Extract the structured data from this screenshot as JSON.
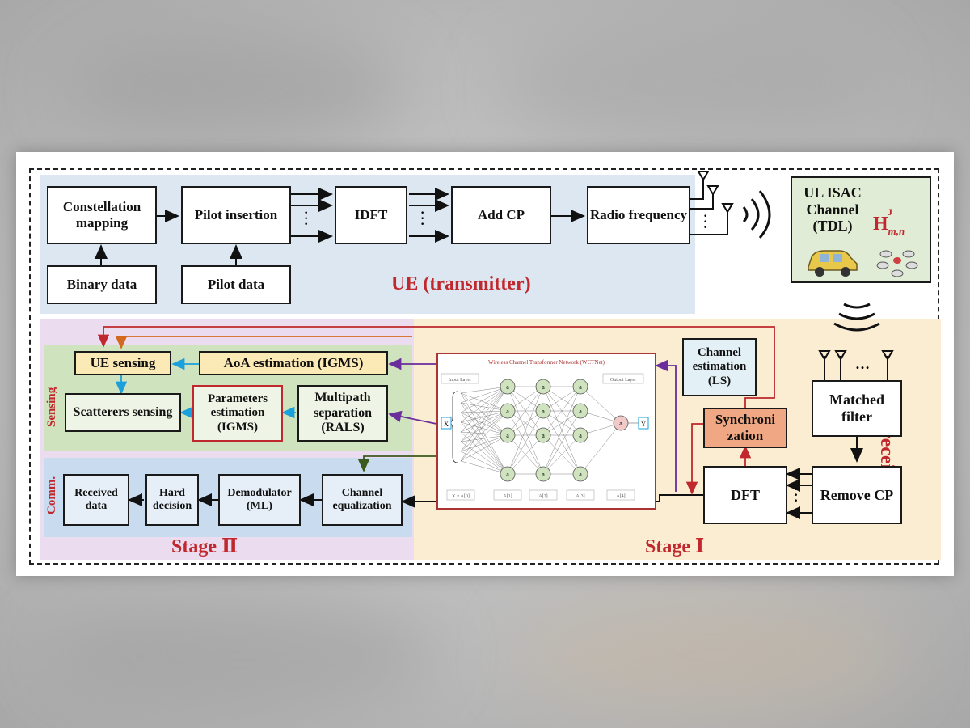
{
  "ue": {
    "title": "UE (transmitter)",
    "constellation": "Constellation mapping",
    "binary": "Binary data",
    "pilot_insertion": "Pilot insertion",
    "pilot_data": "Pilot data",
    "idft": "IDFT",
    "add_cp": "Add CP",
    "radio": "Radio frequency"
  },
  "channel": {
    "title": "UL ISAC Channel (TDL)",
    "symbol": "H",
    "sup": "J",
    "sub": "m,n"
  },
  "bs": {
    "title": "BS (receiver)",
    "matched": "Matched filter",
    "remove_cp": "Remove CP",
    "dft": "DFT",
    "sync": "Synchroni zation",
    "chest": "Channel estimation (LS)",
    "ellipsis": "…"
  },
  "sensing": {
    "tag": "Sensing",
    "ue_sensing": "UE sensing",
    "aoa": "AoA estimation (IGMS)",
    "scatterers": "Scatterers sensing",
    "params": "Parameters estimation (IGMS)",
    "multipath": "Multipath separation (RALS)"
  },
  "comm": {
    "tag": "Comm.",
    "received": "Received data",
    "hard": "Hard decision",
    "demod": "Demodulator (ML)",
    "equalization": "Channel equalization"
  },
  "stages": {
    "s2": "Stage Ⅱ",
    "s1": "Stage Ⅰ"
  },
  "nn": {
    "title": "Wireless Channel Transformer Network (WCTNet)",
    "input_layer": "Input Layer",
    "output_layer": "Output Layer",
    "x": "X",
    "y": "Ŷ",
    "node": "a",
    "out_node": "a",
    "bottom_labels": [
      "X = A[0]",
      "A[1]",
      "A[2]",
      "A[3]",
      "A[4]"
    ]
  },
  "colors": {
    "ue_bg": "#dce7f2",
    "bs_bg": "#fbedd2",
    "stage2_bg": "#ecdcef",
    "sensing_bg": "#cfe3bf",
    "comm_bg": "#c9dcef",
    "red": "#c0282d",
    "purple": "#6a2d9b",
    "cyan": "#1aa0dc",
    "orange_box": "#f0a884",
    "ue_sensing_box": "#fbe9b6"
  }
}
